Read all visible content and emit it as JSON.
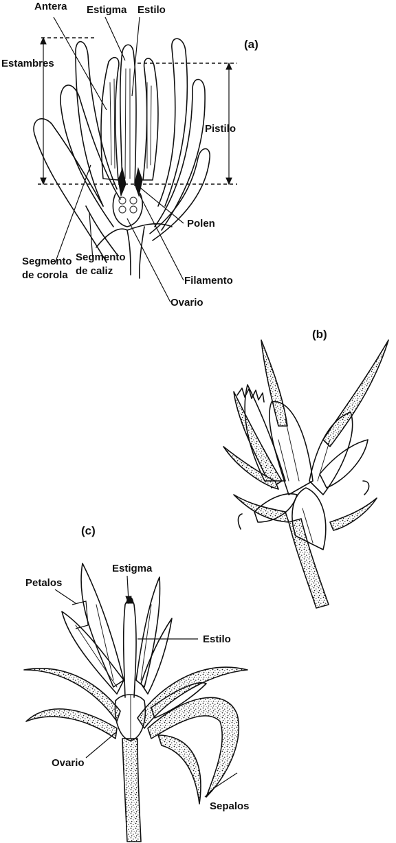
{
  "panel_a": {
    "tag": "(a)",
    "labels": {
      "antera": "Antera",
      "estigma": "Estigma",
      "estilo": "Estilo",
      "estambres": "Estambres",
      "pistilo": "Pistilo",
      "polen": "Polen",
      "filamento": "Filamento",
      "ovario": "Ovario",
      "segmento_corola_1": "Segmento",
      "segmento_corola_2": "de corola",
      "segmento_caliz_1": "Segmento",
      "segmento_caliz_2": "de caliz"
    }
  },
  "panel_b": {
    "tag": "(b)"
  },
  "panel_c": {
    "tag": "(c)",
    "labels": {
      "petalos": "Petalos",
      "estigma": "Estigma",
      "estilo": "Estilo",
      "ovario": "Ovario",
      "sepalos": "Sepalos"
    }
  }
}
